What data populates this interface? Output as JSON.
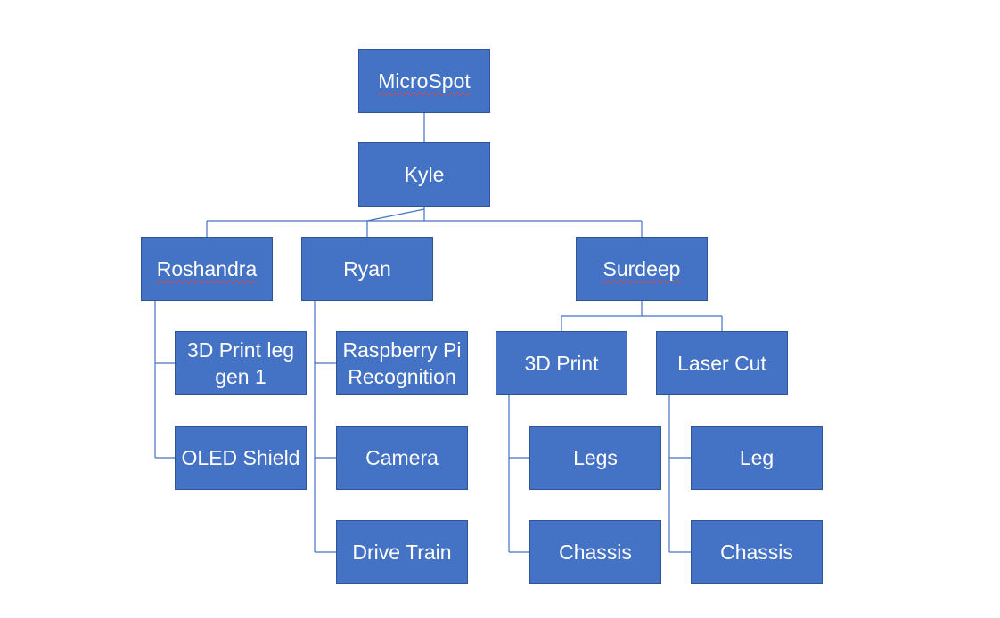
{
  "colors": {
    "node_fill": "#4472c4",
    "node_border": "#2f5597",
    "connector": "#4472c4",
    "text": "#ffffff",
    "spellcheck_underline": "#e0483c"
  },
  "diagram": {
    "type": "org-chart",
    "nodes": {
      "microspot": {
        "label": "MicroSpot",
        "spellcheck_flag": true
      },
      "kyle": {
        "label": "Kyle"
      },
      "roshandra": {
        "label": "Roshandra",
        "spellcheck_flag": true
      },
      "ryan": {
        "label": "Ryan"
      },
      "surdeep": {
        "label": "Surdeep",
        "spellcheck_flag": true
      },
      "print_leg_gen1": {
        "label": "3D Print leg gen 1"
      },
      "oled_shield": {
        "label": "OLED Shield"
      },
      "raspberry_pi": {
        "label": "Raspberry Pi Recognition"
      },
      "camera": {
        "label": "Camera"
      },
      "drive_train": {
        "label": "Drive Train"
      },
      "print_3d": {
        "label": "3D Print"
      },
      "laser_cut": {
        "label": "Laser Cut"
      },
      "legs": {
        "label": "Legs"
      },
      "chassis_print": {
        "label": "Chassis"
      },
      "leg_laser": {
        "label": "Leg"
      },
      "chassis_laser": {
        "label": "Chassis"
      }
    },
    "edges": [
      [
        "microspot",
        "kyle"
      ],
      [
        "kyle",
        "roshandra"
      ],
      [
        "kyle",
        "ryan"
      ],
      [
        "kyle",
        "surdeep"
      ],
      [
        "roshandra",
        "print_leg_gen1"
      ],
      [
        "roshandra",
        "oled_shield"
      ],
      [
        "ryan",
        "raspberry_pi"
      ],
      [
        "ryan",
        "camera"
      ],
      [
        "ryan",
        "drive_train"
      ],
      [
        "surdeep",
        "print_3d"
      ],
      [
        "surdeep",
        "laser_cut"
      ],
      [
        "print_3d",
        "legs"
      ],
      [
        "print_3d",
        "chassis_print"
      ],
      [
        "laser_cut",
        "leg_laser"
      ],
      [
        "laser_cut",
        "chassis_laser"
      ]
    ]
  }
}
